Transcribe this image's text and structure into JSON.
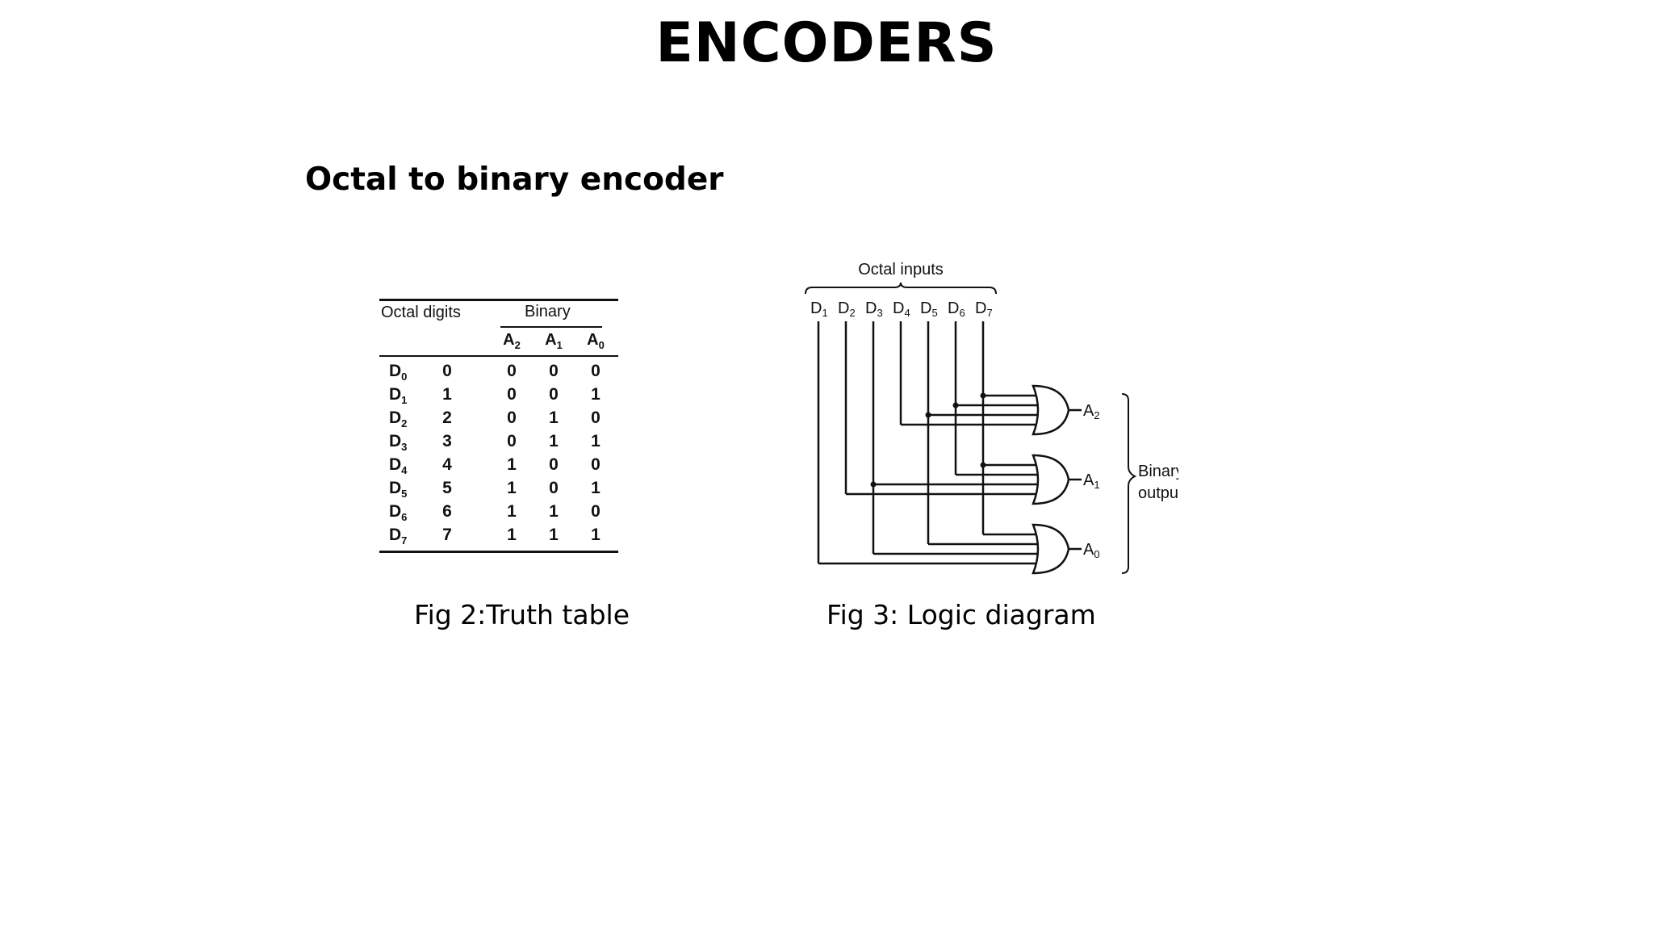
{
  "slide": {
    "title": "ENCODERS",
    "subtitle": "Octal to binary encoder"
  },
  "truth_table": {
    "header_left": "Octal digits",
    "header_right": "Binary",
    "columns": [
      "A2",
      "A1",
      "A0"
    ],
    "rows": [
      {
        "input": "D0",
        "digit": "0",
        "a2": "0",
        "a1": "0",
        "a0": "0"
      },
      {
        "input": "D1",
        "digit": "1",
        "a2": "0",
        "a1": "0",
        "a0": "1"
      },
      {
        "input": "D2",
        "digit": "2",
        "a2": "0",
        "a1": "1",
        "a0": "0"
      },
      {
        "input": "D3",
        "digit": "3",
        "a2": "0",
        "a1": "1",
        "a0": "1"
      },
      {
        "input": "D4",
        "digit": "4",
        "a2": "1",
        "a1": "0",
        "a0": "0"
      },
      {
        "input": "D5",
        "digit": "5",
        "a2": "1",
        "a1": "0",
        "a0": "1"
      },
      {
        "input": "D6",
        "digit": "6",
        "a2": "1",
        "a1": "1",
        "a0": "0"
      },
      {
        "input": "D7",
        "digit": "7",
        "a2": "1",
        "a1": "1",
        "a0": "1"
      }
    ],
    "caption": "Fig 2:Truth table"
  },
  "logic_diagram": {
    "inputs_label": "Octal inputs",
    "inputs": [
      "D1",
      "D2",
      "D3",
      "D4",
      "D5",
      "D6",
      "D7"
    ],
    "outputs": [
      "A2",
      "A1",
      "A0"
    ],
    "outputs_label_line1": "Binary",
    "outputs_label_line2": "outputs",
    "caption": "Fig 3: Logic diagram"
  }
}
